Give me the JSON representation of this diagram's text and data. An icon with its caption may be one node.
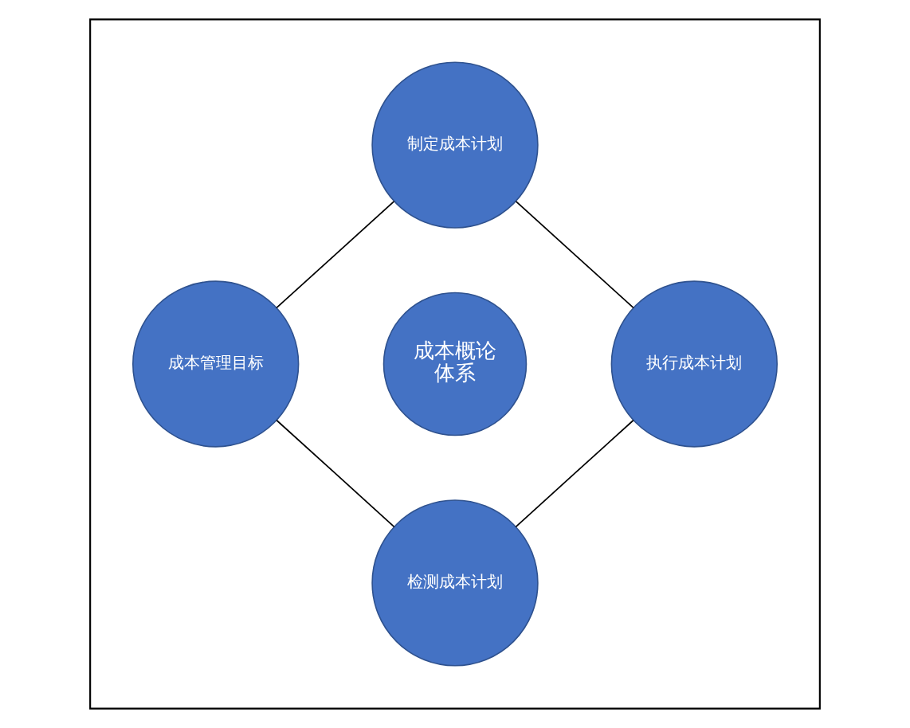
{
  "diagram": {
    "nodes": [
      {
        "text": [],
        "shape": "hexagon"
      },
      {
        "text": [
          "制定成本计划"
        ],
        "in": 0
      },
      {
        "text": [
          "成本管理目标"
        ],
        "in": 0
      },
      {
        "text": [
          "成本概论",
          "体系"
        ],
        "in": 0
      },
      {
        "text": [
          "执行成本计划"
        ],
        "in": 0
      },
      {
        "text": [
          "检测成本计划"
        ],
        "in": 0
      }
    ],
    "edges": [
      {
        "from": 1,
        "to": 4,
        "arrow": "none"
      },
      {
        "from": 4,
        "to": 5,
        "arrow": "none"
      },
      {
        "from": 2,
        "to": 5,
        "arrow": "none"
      },
      {
        "from": 1,
        "to": 2,
        "arrow": "none"
      }
    ]
  }
}
